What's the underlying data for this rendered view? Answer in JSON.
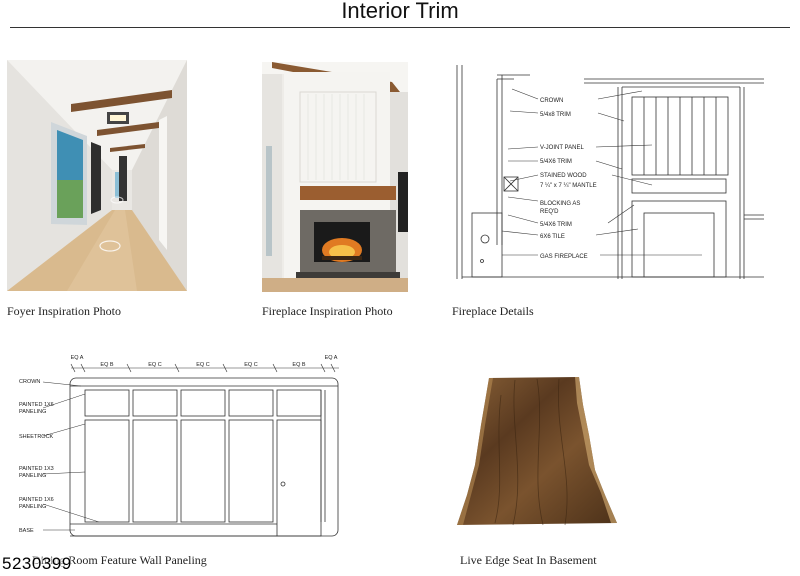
{
  "page": {
    "title": "Interior Trim",
    "listing_id": "5230399"
  },
  "photos": {
    "foyer": {
      "caption": "Foyer Inspiration Photo"
    },
    "fireplace": {
      "caption": "Fireplace Inspiration Photo"
    },
    "fireplace_details": {
      "caption": "Fireplace Details",
      "labels": {
        "crown": "CROWN",
        "trim_1": "5/4x8 TRIM",
        "vjoint": "V-JOINT PANEL",
        "trim_2": "5/4X6 TRIM",
        "stained_wood": "STAINED WOOD",
        "mantle": "7 ¼\" x 7 ¼\" MANTLE",
        "blocking": "BLOCKING AS",
        "blocking_2": "REQ'D",
        "trim_3": "5/4X6 TRIM",
        "tile": "6X6 TILE",
        "gas_fireplace": "GAS FIREPLACE"
      }
    },
    "wall_paneling": {
      "caption": "Dining Room Feature Wall Paneling",
      "dims": [
        "EQ A",
        "EQ B",
        "EQ C",
        "EQ C",
        "EQ C",
        "EQ B",
        "EQ A"
      ],
      "labels": {
        "crown": "CROWN",
        "painted_1x6_top": "PAINTED 1X6",
        "paneling_top": "PANELING",
        "sheetrock": "SHEETROCK",
        "painted_1x3": "PAINTED 1X3",
        "paneling_mid": "PANELING",
        "painted_1x6_bot": "PAINTED 1X6",
        "paneling_bot": "PANELING",
        "base": "BASE"
      }
    },
    "live_edge": {
      "caption": "Live Edge Seat In Basement"
    }
  },
  "colors": {
    "wall_white": "#f4f2ee",
    "wood_floor": "#d4b48a",
    "beam_brown": "#8a5a32",
    "walnut": "#6b4a2b",
    "tile_gray": "#6e6a64",
    "line": "#333333"
  }
}
